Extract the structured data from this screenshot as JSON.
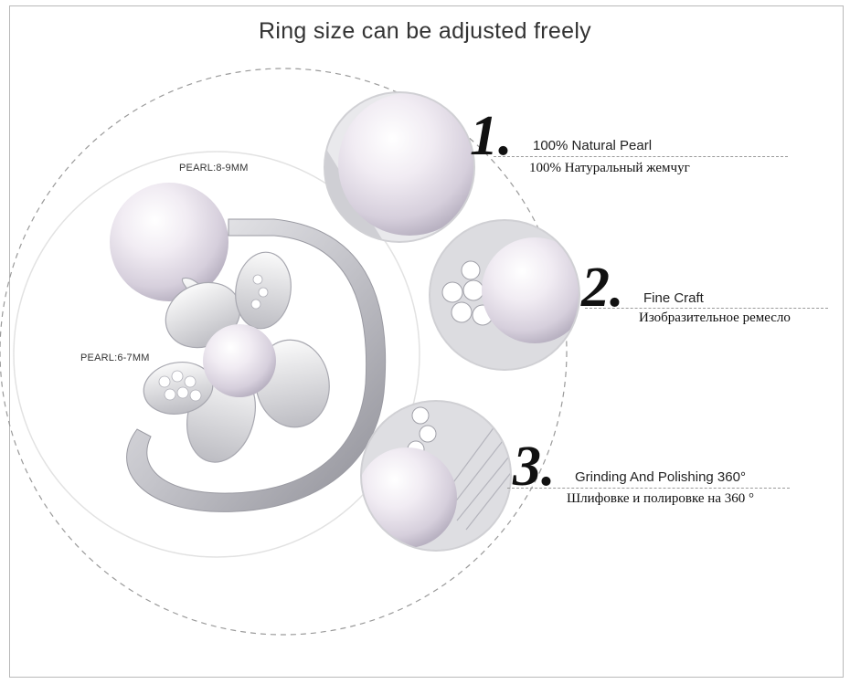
{
  "title": "Ring size can be adjusted freely",
  "labels": {
    "pearl_large": "PEARL:8-9MM",
    "pearl_small": "PEARL:6-7MM"
  },
  "features": [
    {
      "number": "1.",
      "english": "100% Natural Pearl",
      "russian": "100% Натуральный жемчуг"
    },
    {
      "number": "2.",
      "english": "Fine Craft",
      "russian": "Изобразительное ремесло"
    },
    {
      "number": "3.",
      "english": "Grinding And Polishing 360°",
      "russian": "Шлифовке и полировке на 360 °"
    }
  ],
  "colors": {
    "border": "#b9b9b9",
    "dashed": "#9a9a9a",
    "pearl": "#eeeaf0",
    "silver": "#c8c8cc"
  }
}
